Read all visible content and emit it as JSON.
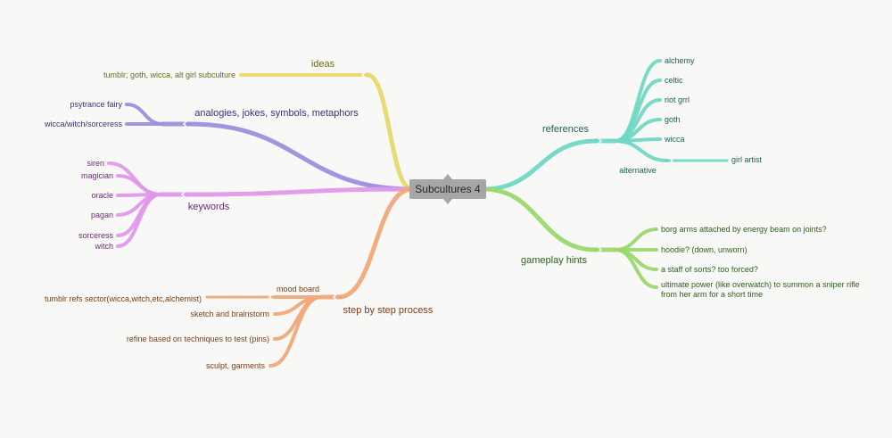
{
  "central": {
    "label": "Subcultures 4",
    "fill": "#a6a6a6",
    "text_color": "#2a2a2a"
  },
  "branches": [
    {
      "key": "ideas",
      "label": "ideas",
      "color": "#e8d86a",
      "text_color": "#6b6a1e",
      "children": [
        {
          "label": "tumblr; goth, wicca, alt girl subculture"
        }
      ]
    },
    {
      "key": "analogies",
      "label": "analogies, jokes, symbols, metaphors",
      "color": "#9b8fdc",
      "text_color": "#3b2f7a",
      "children": [
        {
          "label": "psytrance fairy"
        },
        {
          "label": "wicca/witch/sorceress"
        }
      ]
    },
    {
      "key": "keywords",
      "label": "keywords",
      "color": "#e098ea",
      "text_color": "#6e2a7a",
      "children": [
        {
          "label": "siren"
        },
        {
          "label": "magician"
        },
        {
          "label": "oracle"
        },
        {
          "label": "pagan"
        },
        {
          "label": "sorceress"
        },
        {
          "label": "witch"
        }
      ]
    },
    {
      "key": "process",
      "label": "step by step process",
      "color": "#f0a97a",
      "text_color": "#7a3d16",
      "children": [
        {
          "label": "mood board",
          "children": [
            {
              "label": "tumblr refs sector(wicca,witch,etc,alchemist)"
            }
          ]
        },
        {
          "label": "sketch and brainstorm"
        },
        {
          "label": "refine based on techniques to test (pins)"
        },
        {
          "label": "sculpt, garments"
        }
      ]
    },
    {
      "key": "references",
      "label": "references",
      "color": "#6fd8c4",
      "text_color": "#1e5e55",
      "children": [
        {
          "label": "alchemy"
        },
        {
          "label": "celtic"
        },
        {
          "label": "riot grrl"
        },
        {
          "label": "goth"
        },
        {
          "label": "wicca"
        },
        {
          "label": "alternative",
          "children": [
            {
              "label": "girl artist"
            }
          ]
        }
      ]
    },
    {
      "key": "gameplay",
      "label": "gameplay hints",
      "color": "#9ad86e",
      "text_color": "#2f5e1e",
      "children": [
        {
          "label": "borg arms attached by energy beam on joints?"
        },
        {
          "label": "hoodie? (down, unworn)"
        },
        {
          "label": "a staff of sorts? too forced?"
        },
        {
          "label": "ultimate power (like overwatch) to summon a sniper rifle",
          "label2": "from her arm for a short time"
        }
      ]
    }
  ]
}
